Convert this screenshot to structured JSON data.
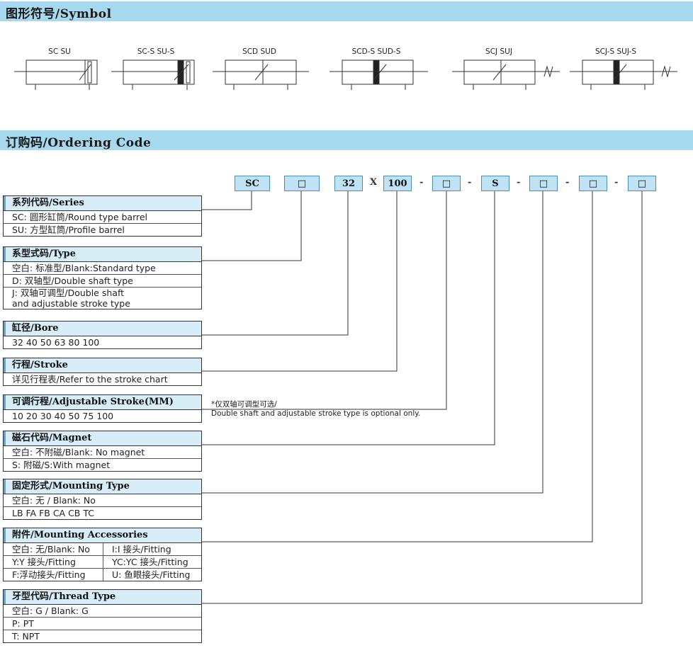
{
  "sections": {
    "symbol_title": "图形符号/Symbol",
    "ordering_title": "订购码/Ordering Code"
  },
  "symbols": [
    "SC SU",
    "SC-S SU-S",
    "SCD SUD",
    "SCD-S SUD-S",
    "SCJ SUJ",
    "SCJ-S SUJ-S"
  ],
  "code": {
    "boxes": [
      "SC",
      "□",
      "32",
      "100",
      "□",
      "S",
      "□",
      "□",
      "□"
    ],
    "x_sep": "X",
    "dash": "-"
  },
  "groups": {
    "series": {
      "title": "系列代码/Series",
      "rows": [
        "SC: 圆形缸筒/Round type barrel",
        "SU: 方型缸筒/Profile barrel"
      ]
    },
    "type": {
      "title": "系型式码/Type",
      "rows": [
        "空白: 标准型/Blank:Standard type",
        "D: 双轴型/Double shaft type",
        "J: 双轴可调型/Double shaft",
        "and adjustable stroke type"
      ]
    },
    "bore": {
      "title": "缸径/Bore",
      "rows": [
        "32 40 50 63 80 100"
      ]
    },
    "stroke": {
      "title": "行程/Stroke",
      "rows": [
        "详见行程表/Refer to the stroke chart"
      ]
    },
    "adj": {
      "title": "可调行程/Adjustable Stroke(MM)",
      "rows": [
        "10 20 30 40 50 75 100"
      ]
    },
    "magnet": {
      "title": "磁石代码/Magnet",
      "rows": [
        "空白: 不附磁/Blank: No magnet",
        "S: 附磁/S:With magnet"
      ]
    },
    "mounting": {
      "title": "固定形式/Mounting Type",
      "rows": [
        "空白: 无 / Blank: No",
        "LB FA FB CA CB TC"
      ]
    },
    "accessories": {
      "title": "附件/Mounting Accessories",
      "rows": [
        [
          "空白: 无/Blank: No",
          "I:I 接头/Fitting"
        ],
        [
          "Y:Y 接头/Fitting",
          "YC:YC 接头/Fitting"
        ],
        [
          "F:浮动接头/Fitting",
          "U: 鱼眼接头/Fitting"
        ]
      ]
    },
    "thread": {
      "title": "牙型代码/Thread Type",
      "rows": [
        "空白: G / Blank: G",
        "P: PT",
        "T: NPT"
      ]
    }
  },
  "note": {
    "line1": "*仅双轴可调型可选/",
    "line2": "Double shaft  and adjustable stroke type is optional only."
  }
}
